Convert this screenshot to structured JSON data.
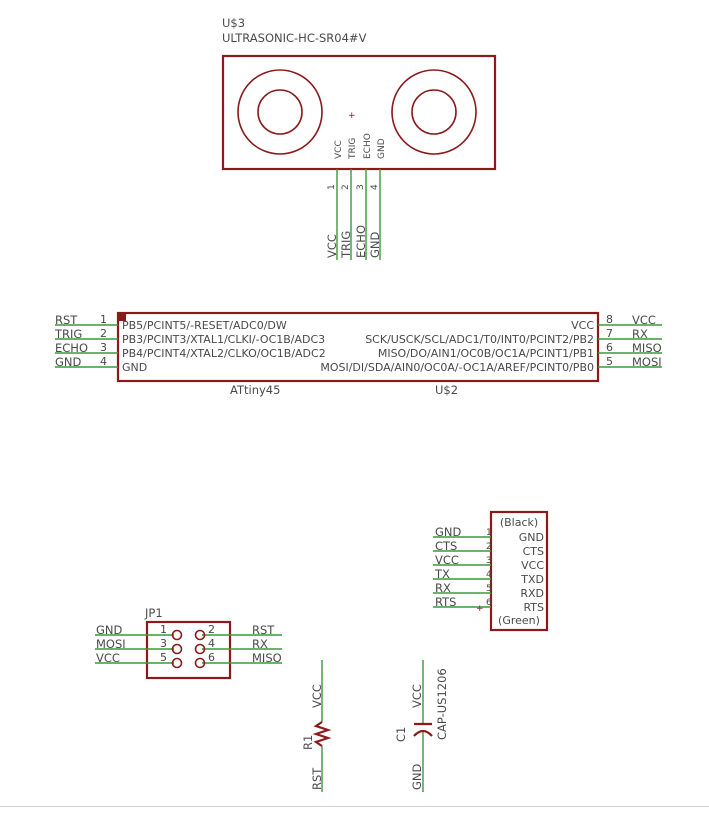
{
  "sensor": {
    "name": "U$3",
    "value": "ULTRASONIC-HC-SR04#V",
    "plus": "+",
    "pins": [
      "VCC",
      "TRIG",
      "ECHO",
      "GND"
    ],
    "pin_numbers": [
      "1",
      "2",
      "3",
      "4"
    ],
    "nets": [
      "VCC",
      "TRIG",
      "ECHO",
      "GND"
    ]
  },
  "mcu": {
    "name": "U$2",
    "value": "ATtiny45",
    "left_pins": [
      {
        "num": "1",
        "label": "PB5/PCINT5/-RESET/ADC0/DW",
        "net": "RST"
      },
      {
        "num": "2",
        "label": "PB3/PCINT3/XTAL1/CLKI/-OC1B/ADC3",
        "net": "TRIG"
      },
      {
        "num": "3",
        "label": "PB4/PCINT4/XTAL2/CLKO/OC1B/ADC2",
        "net": "ECHO"
      },
      {
        "num": "4",
        "label": "GND",
        "net": "GND"
      }
    ],
    "right_pins": [
      {
        "num": "8",
        "label": "VCC",
        "net": "VCC"
      },
      {
        "num": "7",
        "label": "SCK/USCK/SCL/ADC1/T0/INT0/PCINT2/PB2",
        "net": "RX"
      },
      {
        "num": "6",
        "label": "MISO/DO/AIN1/OC0B/OC1A/PCINT1/PB1",
        "net": "MISO"
      },
      {
        "num": "5",
        "label": "MOSI/DI/SDA/AIN0/OC0A/-OC1A/AREF/PCINT0/PB0",
        "net": "MOSI"
      }
    ]
  },
  "ftdi": {
    "top": "(Black)",
    "bottom": "(Green)",
    "pins": [
      {
        "num": "1",
        "label": "GND",
        "net": "GND"
      },
      {
        "num": "2",
        "label": "CTS",
        "net": "CTS"
      },
      {
        "num": "3",
        "label": "VCC",
        "net": "VCC"
      },
      {
        "num": "4",
        "label": "TXD",
        "net": "TX"
      },
      {
        "num": "5",
        "label": "RXD",
        "net": "RX"
      },
      {
        "num": "6",
        "label": "RTS",
        "net": "RTS"
      }
    ]
  },
  "jp1": {
    "name": "JP1",
    "left": [
      {
        "num": "1",
        "net": "GND"
      },
      {
        "num": "3",
        "net": "MOSI"
      },
      {
        "num": "5",
        "net": "VCC"
      }
    ],
    "right": [
      {
        "num": "2",
        "net": "RST"
      },
      {
        "num": "4",
        "net": "RX"
      },
      {
        "num": "6",
        "net": "MISO"
      }
    ]
  },
  "r1": {
    "name": "R1",
    "top_net": "VCC",
    "bottom_net": "RST"
  },
  "c1": {
    "name": "C1",
    "value": "CAP-US1206",
    "top_net": "VCC",
    "bottom_net": "GND"
  },
  "colors": {
    "body": "#8b1a1a",
    "wire": "#3a9a3a",
    "text": "#4a4a4a"
  }
}
